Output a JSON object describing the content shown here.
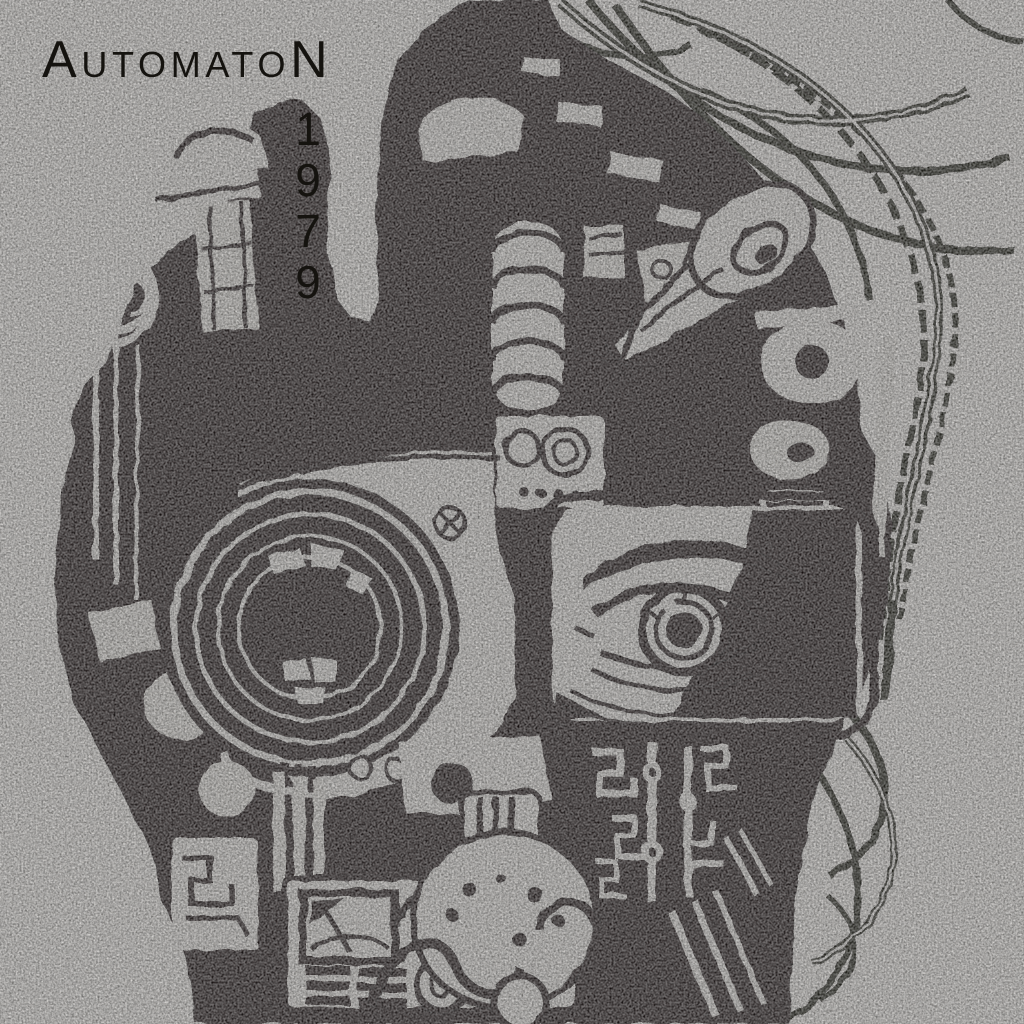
{
  "cover": {
    "title": "AutomatoN",
    "year": "1979",
    "year_digits": [
      "1",
      "9",
      "7",
      "9"
    ],
    "style": {
      "paper_color": "#cac7c3",
      "ink_color": "#121110",
      "medium": "high-contrast pen-and-ink illustration on grainy paper"
    },
    "artwork": {
      "subject": "robotic cyborg head in left profile assembled from machine parts",
      "elements": [
        "camera-lens-eye",
        "crt-screen-eye",
        "human-eye",
        "horn-loudspeaker",
        "coil-spring",
        "piston-column",
        "cable-hair",
        "circuit-maze-cheek",
        "analog-meter",
        "vent-grille",
        "rotary-knob",
        "glass-flask",
        "screw-head",
        "dial-plate",
        "wire-loops",
        "signal-arcs"
      ]
    }
  }
}
